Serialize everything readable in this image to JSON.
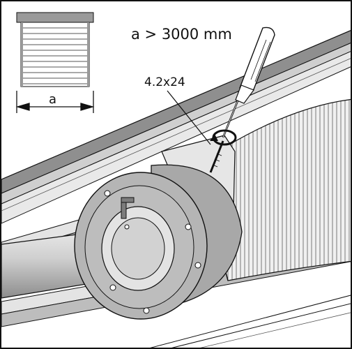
{
  "annotations": {
    "width_condition": "a > 3000 mm",
    "screw_spec": "4.2x24",
    "dimension_label": "a"
  },
  "colors": {
    "line": "#111111",
    "housing_gray": "#8f8f8f",
    "housing_light": "#c8c8c8",
    "bracket_light": "#e6e6e6",
    "shaft_gray": "#b5b5b5",
    "thumbnail_gray": "#9a9a9a"
  },
  "icons": {
    "roller_shutter_thumbnail": "shutter-icon",
    "tool": "screwdriver-icon",
    "fastener": "screw-icon"
  }
}
